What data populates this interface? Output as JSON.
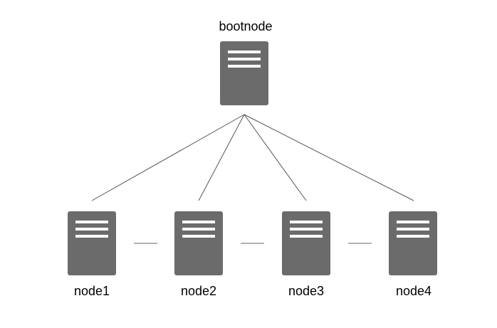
{
  "diagram": {
    "colors": {
      "server": "#6b6b6b",
      "line": "#555555",
      "peer_line": "#999999",
      "text": "#000000"
    },
    "bootnode": {
      "label": "bootnode",
      "icon": "server-icon"
    },
    "nodes": [
      {
        "label": "node1",
        "icon": "server-icon"
      },
      {
        "label": "node2",
        "icon": "server-icon"
      },
      {
        "label": "node3",
        "icon": "server-icon"
      },
      {
        "label": "node4",
        "icon": "server-icon"
      }
    ]
  }
}
